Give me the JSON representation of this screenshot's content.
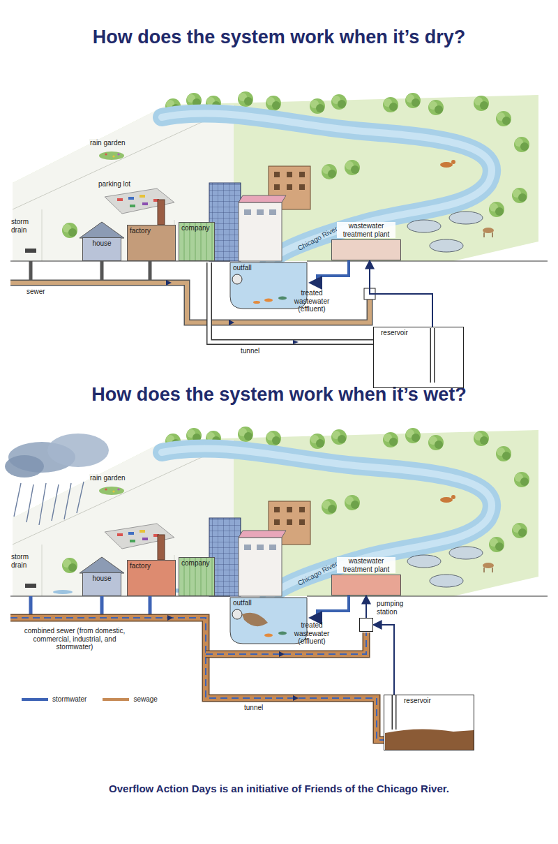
{
  "diagram": {
    "title": "How does the system work when it’s dry?",
    "caption": "Overflow Action Days is an initiative of Friends of the Chicago River.",
    "nodes": [
      {
        "text": [
          "house"
        ]
      },
      {
        "text": [
          "factory"
        ]
      },
      {
        "text": [
          "company"
        ]
      },
      {
        "text": [
          "wastewater treatment plant"
        ]
      },
      {
        "text": [
          "reservoir"
        ]
      },
      {
        "text": [
          "house"
        ]
      },
      {
        "text": [
          "factory"
        ]
      },
      {
        "text": [
          "company"
        ]
      },
      {
        "text": [
          "wastewater treatment plant"
        ]
      },
      {
        "text": [
          "pumping station"
        ]
      },
      {
        "text": [
          "reservoir"
        ]
      }
    ],
    "edges": [
      {
        "from": 4,
        "to": 3,
        "arrow": "to"
      },
      {
        "from": 10,
        "to": 9,
        "arrow": "to"
      },
      {
        "from": 9,
        "to": 8,
        "arrow": "to"
      }
    ],
    "labels": [
      "rain garden",
      "parking lot",
      "storm drain",
      "sewer",
      "outfall",
      "Chicago River",
      "treated wastewater (effluent)",
      "tunnel",
      "How does the system work when it’s wet?",
      "rain garden",
      "storm drain",
      "combined sewer (from domestic, commercial, industrial, and stormwater)",
      "outfall",
      "Chicago River",
      "treated wastewater (effluent)",
      "tunnel"
    ],
    "legend": [
      {
        "text": "stormwater"
      },
      {
        "text": "sewage"
      }
    ]
  }
}
